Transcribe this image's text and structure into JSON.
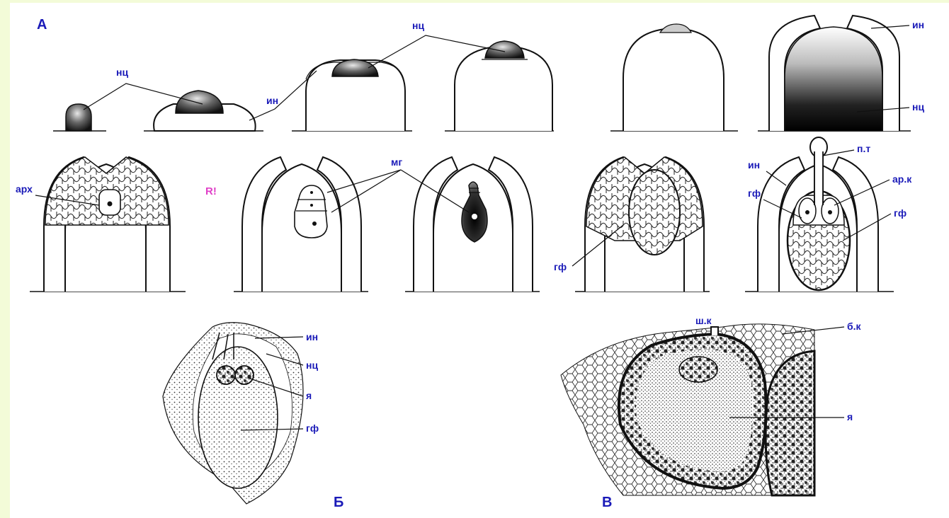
{
  "panels": {
    "A": "А",
    "B": "Б",
    "V": "В"
  },
  "labels": {
    "nc": "нц",
    "in": "ин",
    "arh": "арх",
    "mg": "мг",
    "gf": "гф",
    "pt": "п.т",
    "ark": "ар.к",
    "ya": "я",
    "shk": "ш.к",
    "bk": "б.к",
    "r": "R!"
  }
}
